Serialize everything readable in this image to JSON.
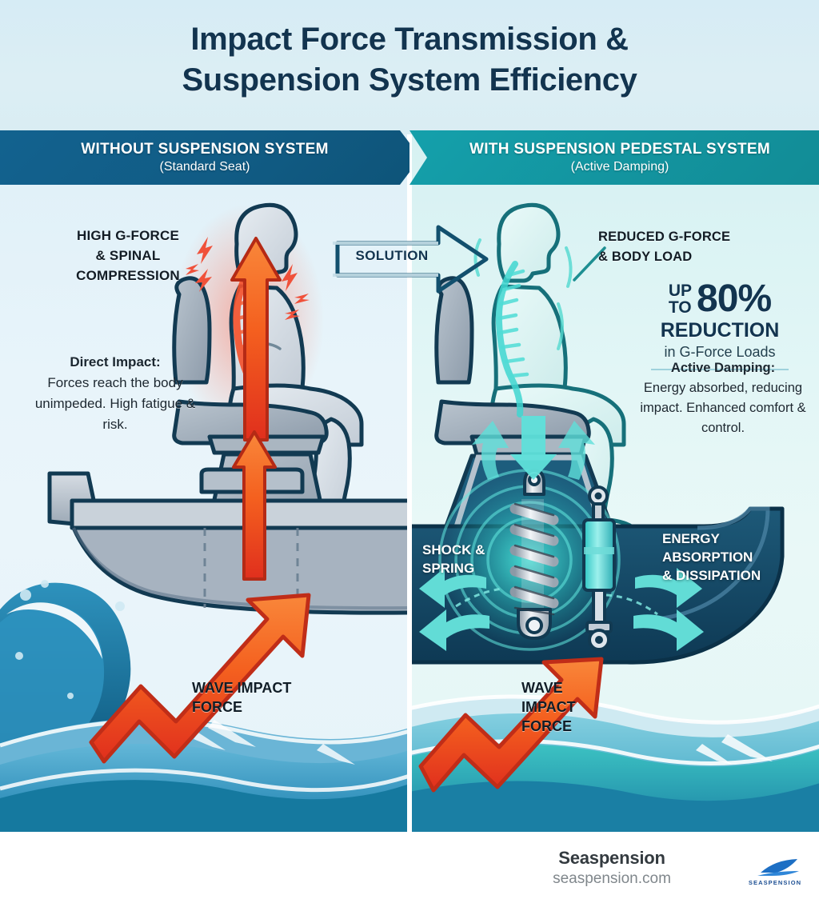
{
  "title": {
    "line1": "Impact Force Transmission &",
    "line2": "Suspension System Efficiency"
  },
  "headers": {
    "left": {
      "title": "WITHOUT SUSPENSION SYSTEM",
      "subtitle": "(Standard Seat)",
      "color": "#115c85"
    },
    "right": {
      "title": "WITH SUSPENSION PEDESTAL SYSTEM",
      "subtitle": "(Active Damping)",
      "color": "#13949f"
    }
  },
  "solution": {
    "label": "SOLUTION"
  },
  "left_panel": {
    "callout": "HIGH G-FORCE\n& SPINAL\nCOMPRESSION",
    "callout_l1": "HIGH G-FORCE",
    "callout_l2": "& SPINAL",
    "callout_l3": "COMPRESSION",
    "note_heading": "Direct Impact:",
    "note_body": "Forces reach the body unimpeded. High fatigue & risk.",
    "wave_label_l1": "WAVE IMPACT",
    "wave_label_l2": "FORCE",
    "force_color": "#f04a28",
    "impact_color": "#e53622"
  },
  "right_panel": {
    "callout_l1": "REDUCED G-FORCE",
    "callout_l2": "& BODY LOAD",
    "stat_up": "UP",
    "stat_to": "TO",
    "stat_value": "80%",
    "stat_reduction": "REDUCTION",
    "stat_sub": "in G-Force Loads",
    "note_heading": "Active Damping:",
    "note_body": "Energy absorbed, reducing impact. Enhanced comfort & control.",
    "label_shock_l1": "SHOCK &",
    "label_shock_l2": "SPRING",
    "label_energy_l1": "ENERGY",
    "label_energy_l2": "ABSORPTION",
    "label_energy_l3": "& DISSIPATION",
    "wave_label_l1": "WAVE",
    "wave_label_l2": "IMPACT",
    "wave_label_l3": "FORCE",
    "damping_color": "#3fd6d0"
  },
  "footer": {
    "brand": "Seaspension",
    "url": "seaspension.com",
    "logo_wordmark": "SEASPENSION",
    "logo_color": "#1d6fc4"
  },
  "palette": {
    "title_navy": "#12344f",
    "bg_left": "#e5f2f9",
    "bg_right": "#e2f6f6",
    "hull_navy": "#123a52",
    "ocean_blue": "#1b7fae"
  }
}
